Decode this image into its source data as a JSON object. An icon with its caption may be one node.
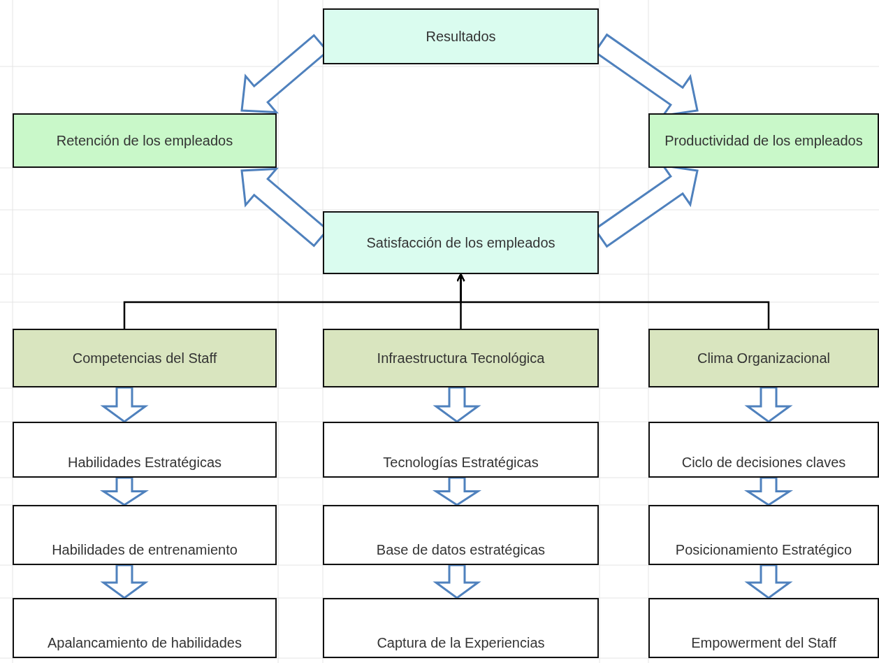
{
  "diagram": {
    "nodes": [
      {
        "text": [
          "Resultados"
        ]
      },
      {
        "text": [
          "Retención de los empleados"
        ]
      },
      {
        "text": [
          "Productividad de los empleados"
        ]
      },
      {
        "text": [
          "Satisfacción de los empleados"
        ]
      },
      {
        "text": [
          "Competencias del Staff"
        ]
      },
      {
        "text": [
          "Infraestructura Tecnológica"
        ]
      },
      {
        "text": [
          "Clima Organizacional"
        ]
      },
      {
        "text": [
          "Habilidades Estratégicas"
        ]
      },
      {
        "text": [
          "Tecnologías Estratégicas"
        ]
      },
      {
        "text": [
          "Ciclo de decisiones claves"
        ]
      },
      {
        "text": [
          "Habilidades de entrenamiento"
        ]
      },
      {
        "text": [
          "Base de datos estratégicas"
        ]
      },
      {
        "text": [
          "Posicionamiento Estratégico"
        ]
      },
      {
        "text": [
          "Apalancamiento de habilidades"
        ]
      },
      {
        "text": [
          "Captura de la Experiencias"
        ]
      },
      {
        "text": [
          "Empowerment del Staff"
        ]
      }
    ],
    "edges": [
      {
        "from": 0,
        "to": 1,
        "arrow": "to"
      },
      {
        "from": 0,
        "to": 2,
        "arrow": "to"
      },
      {
        "from": 3,
        "to": 1,
        "arrow": "to"
      },
      {
        "from": 3,
        "to": 2,
        "arrow": "to"
      },
      {
        "from": 4,
        "to": 3,
        "arrow": "to",
        "color": "#000000"
      },
      {
        "from": 5,
        "to": 3,
        "arrow": "to",
        "color": "#000000"
      },
      {
        "from": 6,
        "to": 3,
        "arrow": "to",
        "color": "#000000"
      },
      {
        "from": 4,
        "to": 7,
        "arrow": "to"
      },
      {
        "from": 5,
        "to": 8,
        "arrow": "to"
      },
      {
        "from": 6,
        "to": 9,
        "arrow": "to"
      },
      {
        "from": 7,
        "to": 10,
        "arrow": "to"
      },
      {
        "from": 8,
        "to": 11,
        "arrow": "to"
      },
      {
        "from": 9,
        "to": 12,
        "arrow": "to"
      },
      {
        "from": 10,
        "to": 13,
        "arrow": "to"
      },
      {
        "from": 11,
        "to": 14,
        "arrow": "to"
      },
      {
        "from": 12,
        "to": 15,
        "arrow": "to"
      }
    ]
  }
}
